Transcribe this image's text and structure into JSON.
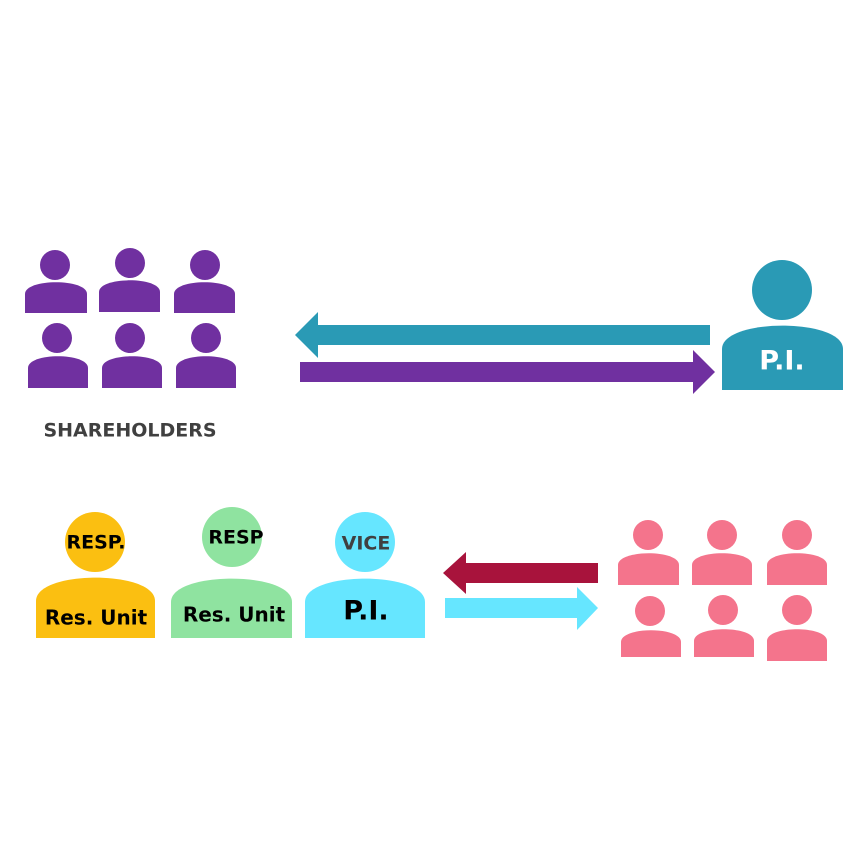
{
  "shareholders": {
    "label": "SHAREHOLDERS",
    "color": "#7030a0",
    "count": 6
  },
  "pi": {
    "label": "P.I.",
    "color": "#2a9ab5"
  },
  "arrows": {
    "top_left_color": "#2a9ab5",
    "top_right_color": "#7030a0",
    "bottom_left_color": "#a8133c",
    "bottom_right_color": "#66e6ff"
  },
  "team": [
    {
      "head": "RESP.",
      "body": "Res. Unit",
      "color": "#fbbf11"
    },
    {
      "head": "RESP",
      "body": "Res. Unit",
      "color": "#8fe3a0"
    },
    {
      "head": "VICE",
      "body": "P.I.",
      "color": "#66e6ff"
    }
  ],
  "group": {
    "color": "#f4748c",
    "count": 6
  }
}
